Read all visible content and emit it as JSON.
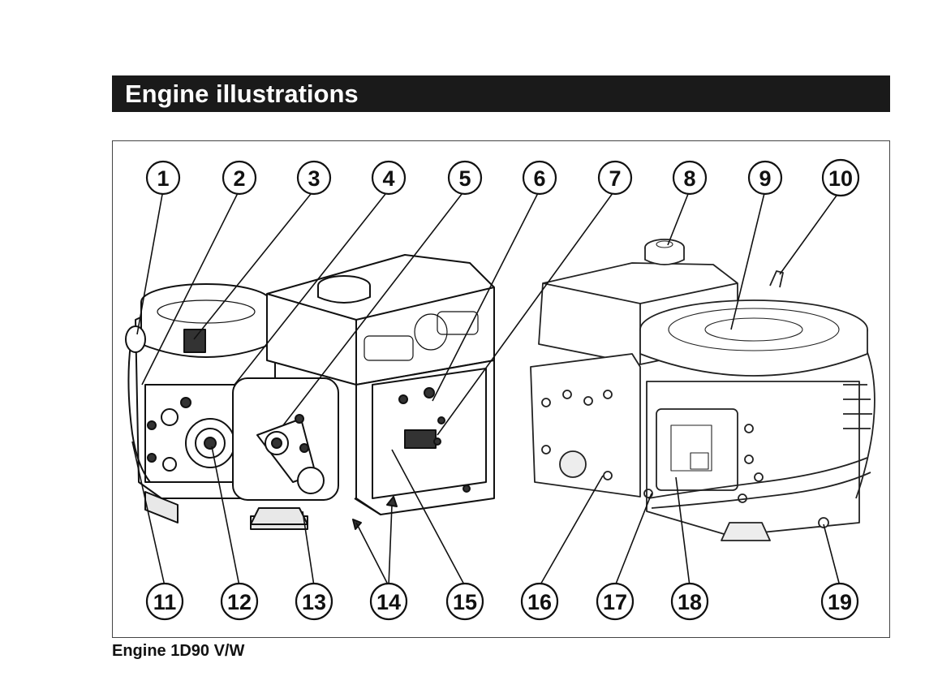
{
  "section": {
    "title": "Engine illustrations"
  },
  "figure": {
    "caption": "Engine 1D90 V/W",
    "callouts_top": [
      "1",
      "2",
      "3",
      "4",
      "5",
      "6",
      "7",
      "8",
      "9",
      "10"
    ],
    "callouts_bottom": [
      "11",
      "12",
      "13",
      "14",
      "15",
      "16",
      "17",
      "18",
      "19"
    ]
  }
}
